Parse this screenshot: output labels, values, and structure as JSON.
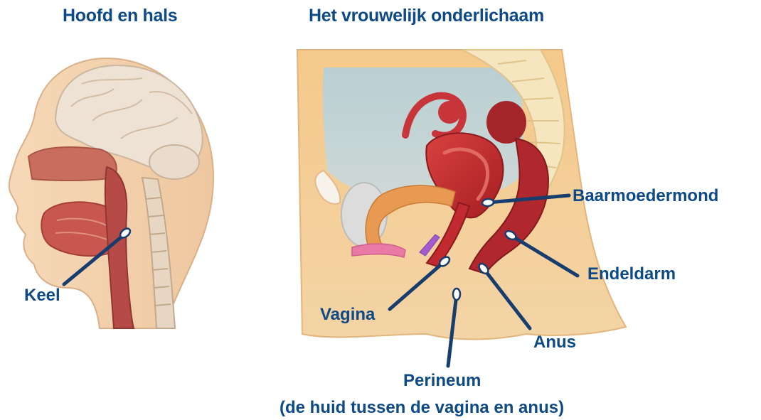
{
  "titles": {
    "head": "Hoofd en hals",
    "pelvis": "Het vrouwelijk onderlichaam"
  },
  "labels": {
    "keel": "Keel",
    "baarmoedermond": "Baarmoedermond",
    "endeldarm": "Endeldarm",
    "vagina": "Vagina",
    "anus": "Anus",
    "perineum": "Perineum",
    "perineum_note": "(de huid tussen de vagina en anus)"
  },
  "colors": {
    "label_text": "#0d4a86",
    "pointer_line": "#173d6e",
    "skin": "#f2d2ad",
    "brain": "#efe4d8",
    "tissue_red": "#c0272d",
    "bladder_gray": "#dcdcdc"
  }
}
